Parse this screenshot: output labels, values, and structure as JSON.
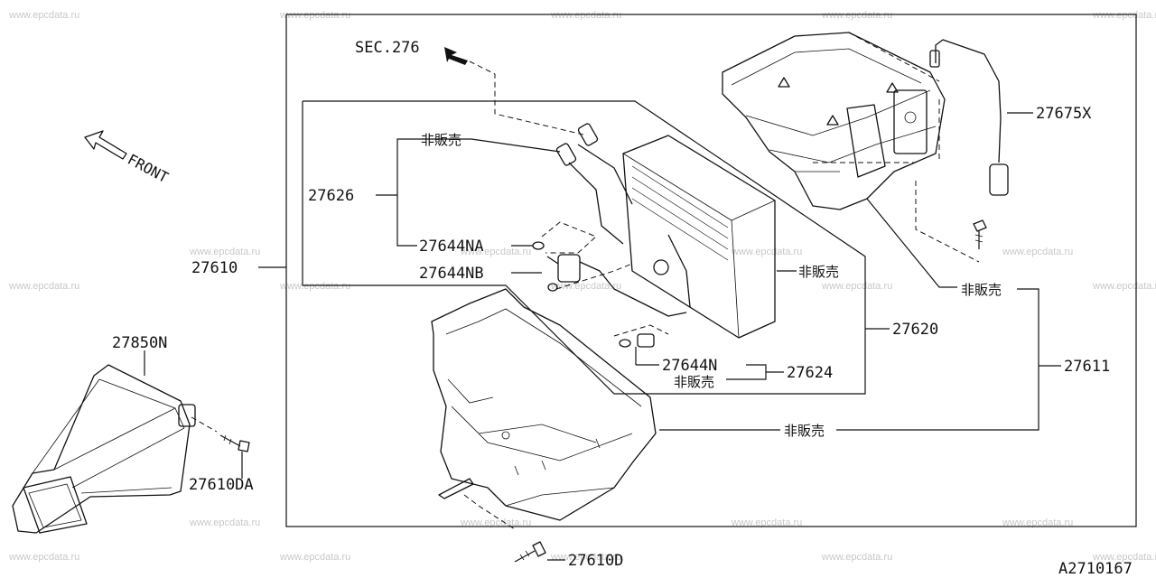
{
  "watermark": "www.epcdata.ru",
  "diagram_id": "A2710167",
  "sec_ref": "SEC.276",
  "front_label": "FRONT",
  "not_for_sale": "非販売",
  "labels": {
    "p27675X": "27675X",
    "p27626": "27626",
    "p27644NA": "27644NA",
    "p27644NB": "27644NB",
    "p27610": "27610",
    "p27620": "27620",
    "p27644N": "27644N",
    "p27624": "27624",
    "p27611": "27611",
    "p27850N": "27850N",
    "p27610DA": "27610DA",
    "p27610D": "27610D"
  }
}
